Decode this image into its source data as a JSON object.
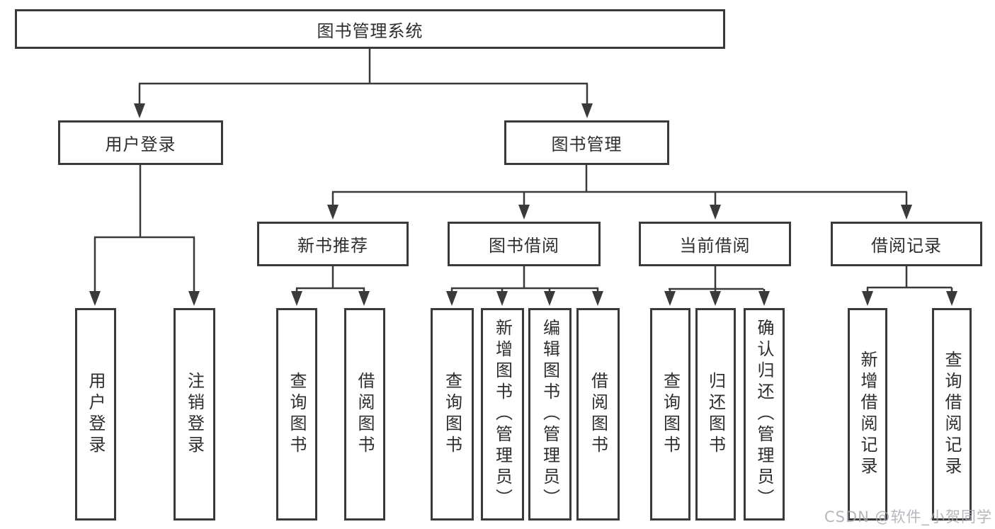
{
  "tree": {
    "root": {
      "label": "图书管理系统",
      "children": [
        {
          "label": "用户登录",
          "children": [
            {
              "label": "用户登录"
            },
            {
              "label": "注销登录"
            }
          ]
        },
        {
          "label": "图书管理",
          "children": [
            {
              "label": "新书推荐",
              "children": [
                {
                  "label": "查询图书"
                },
                {
                  "label": "借阅图书"
                }
              ]
            },
            {
              "label": "图书借阅",
              "children": [
                {
                  "label": "查询图书"
                },
                {
                  "label": "新增图书（管理员）"
                },
                {
                  "label": "编辑图书（管理员）"
                },
                {
                  "label": "借阅图书"
                }
              ]
            },
            {
              "label": "当前借阅",
              "children": [
                {
                  "label": "查询图书"
                },
                {
                  "label": "归还图书"
                },
                {
                  "label": "确认归还（管理员）"
                }
              ]
            },
            {
              "label": "借阅记录",
              "children": [
                {
                  "label": "新增借阅记录"
                },
                {
                  "label": "查询借阅记录"
                }
              ]
            }
          ]
        }
      ]
    }
  },
  "watermark": {
    "text": "CSDN @软件_小贺同学",
    "color": "#a7abb0"
  },
  "colors": {
    "line": "#3a3a3a",
    "box_border": "#3a3a3a",
    "box_fill": "#ffffff",
    "text": "#2e2e2e",
    "background": "#ffffff"
  }
}
